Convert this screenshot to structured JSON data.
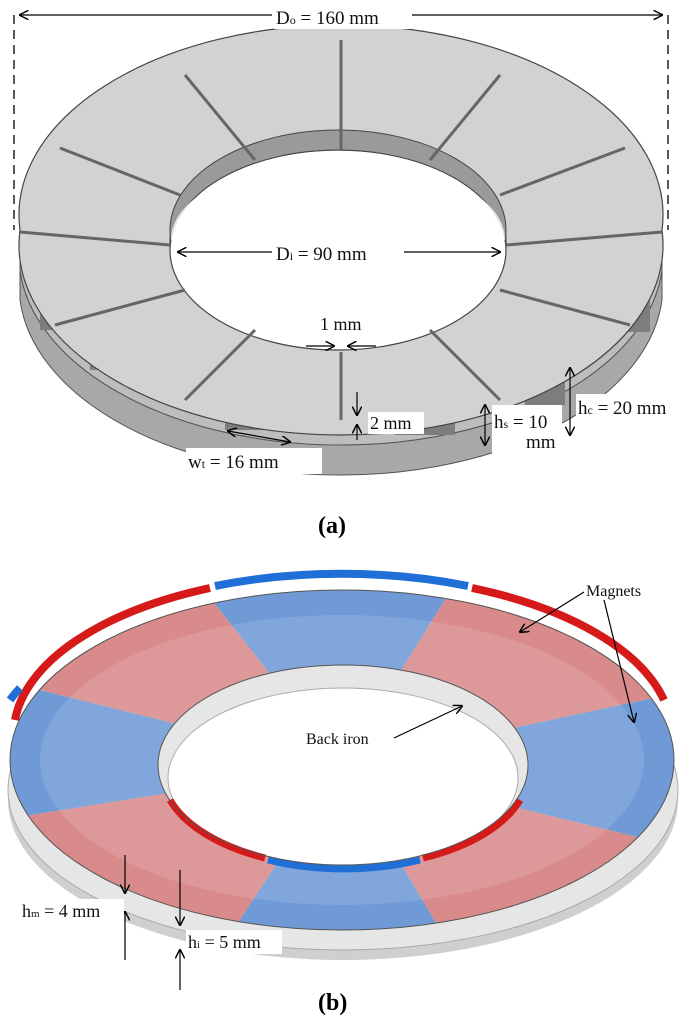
{
  "figure_a": {
    "caption": "(a)",
    "do_label": {
      "main": "D",
      "sub": "o",
      "rest": " = 160 mm"
    },
    "di_label": {
      "main": "D",
      "sub": "i",
      "rest": " = 90 mm"
    },
    "slot_width_label": "1 mm",
    "slot_depth_label": "2 mm",
    "wt_label": {
      "main": "w",
      "sub": "t",
      "rest": " = 16 mm"
    },
    "hs_label": {
      "main": "h",
      "sub": "s",
      "rest": " = 10",
      "line2": "mm"
    },
    "hc_label": {
      "main": "h",
      "sub": "c",
      "rest": " = 20 mm"
    }
  },
  "figure_b": {
    "caption": "(b)",
    "magnets_label": "Magnets",
    "back_iron_label": "Back iron",
    "hm_label": {
      "main": "h",
      "sub": "m",
      "rest": " = 4 mm"
    },
    "hi_label": {
      "main": "h",
      "sub": "i",
      "rest": " = 5 mm"
    }
  },
  "colors": {
    "stator_top": "#d2d2d2",
    "stator_side": "#a8a8a8",
    "stator_dark": "#8a8a8a",
    "magnet_red": "#d98b8b",
    "magnet_red_edge": "#d61a1a",
    "magnet_blue": "#6f9ad6",
    "magnet_blue_edge": "#1f6fd6",
    "back_iron": "#e6e6e6"
  }
}
